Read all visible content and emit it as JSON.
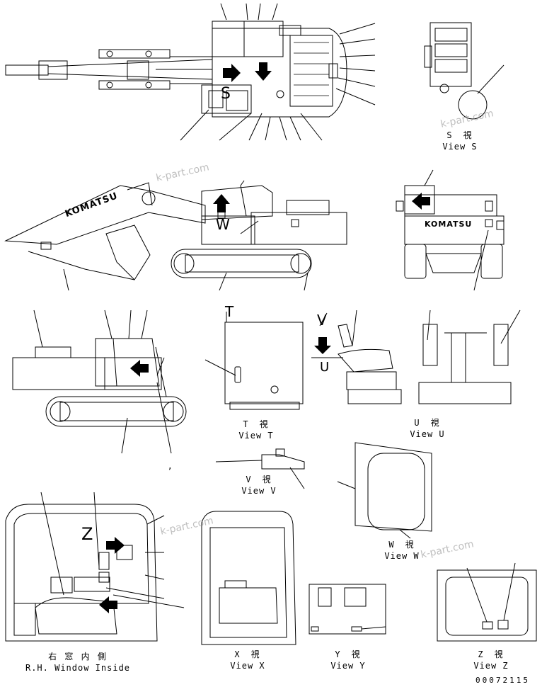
{
  "views": {
    "s": {
      "jp": "S　視",
      "en": "View S"
    },
    "t": {
      "jp": "T　視",
      "en": "View T"
    },
    "u": {
      "jp": "U　視",
      "en": "View U"
    },
    "v": {
      "jp": "V　視",
      "en": "View V"
    },
    "w": {
      "jp": "W　視",
      "en": "View W"
    },
    "x": {
      "jp": "X　視",
      "en": "View X"
    },
    "y": {
      "jp": "Y　視",
      "en": "View Y"
    },
    "z": {
      "jp": "Z　視",
      "en": "View Z"
    },
    "rh": {
      "jp": "右 窓 内 側",
      "en": "R.H. Window Inside"
    }
  },
  "markers": {
    "s": "S",
    "t": "T",
    "u": "U",
    "v": "V",
    "w": "W",
    "z": "Z",
    "comma": ","
  },
  "brand": "KOMATSU",
  "watermark": "k-part.com",
  "drawing_code": "00072115"
}
